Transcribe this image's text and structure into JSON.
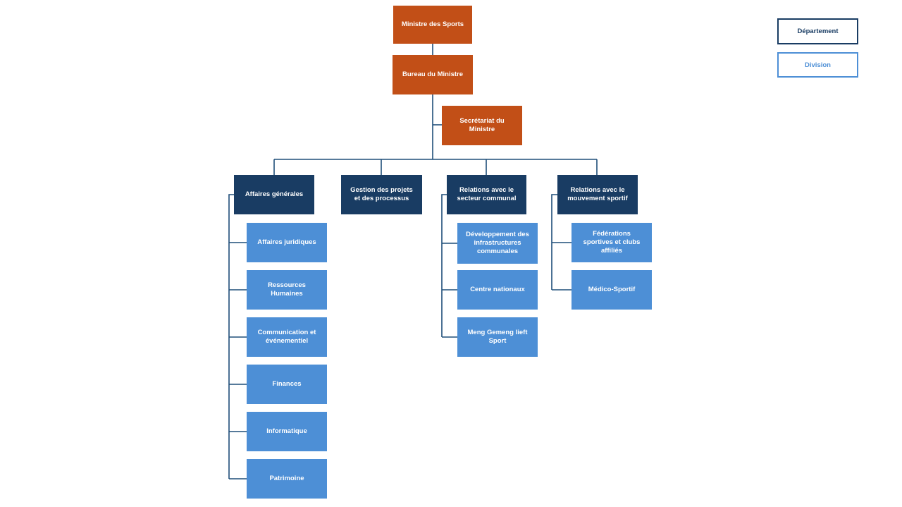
{
  "colors": {
    "ministry": "#c24f17",
    "department": "#193c63",
    "division": "#4d8fd6",
    "connector": "#1f4e79"
  },
  "legend": {
    "department": "Département",
    "division": "Division"
  },
  "top": {
    "minister": "Ministre des Sports",
    "bureau": "Bureau du Ministre",
    "secretariat": "Secrétariat du Ministre"
  },
  "departments": [
    {
      "label": "Affaires générales",
      "divisions": [
        "Affaires juridiques",
        "Ressources Humaines",
        "Communication et événementiel",
        "Finances",
        "Informatique",
        "Patrimoine"
      ]
    },
    {
      "label": "Gestion des projets et des processus",
      "divisions": []
    },
    {
      "label": "Relations avec le secteur communal",
      "divisions": [
        "Développement des infrastructures communales",
        "Centre nationaux",
        "Meng Gemeng lieft Sport"
      ]
    },
    {
      "label": "Relations avec le mouvement sportif",
      "divisions": [
        "Fédérations sportives et clubs affiliés",
        "Médico-Sportif"
      ]
    }
  ]
}
